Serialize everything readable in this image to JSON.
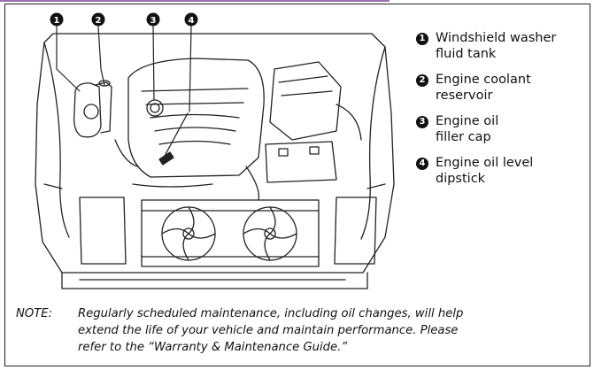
{
  "legend": [
    {
      "number": "1",
      "text": "Windshield washer\nfluid tank"
    },
    {
      "number": "2",
      "text": "Engine coolant\nreservoir"
    },
    {
      "number": "3",
      "text": "Engine oil\nfiller cap"
    },
    {
      "number": "4",
      "text": "Engine oil level\ndipstick"
    }
  ],
  "callouts": [
    "1",
    "2",
    "3",
    "4"
  ],
  "note": {
    "label": "NOTE:",
    "line1": "Regularly scheduled maintenance, including oil changes, will help",
    "line2": "extend the life of your vehicle and maintain performance. Please",
    "line3": "refer to the “Warranty & Maintenance Guide.”"
  },
  "colors": {
    "accent": "#9a6fb0",
    "ink": "#111111"
  }
}
